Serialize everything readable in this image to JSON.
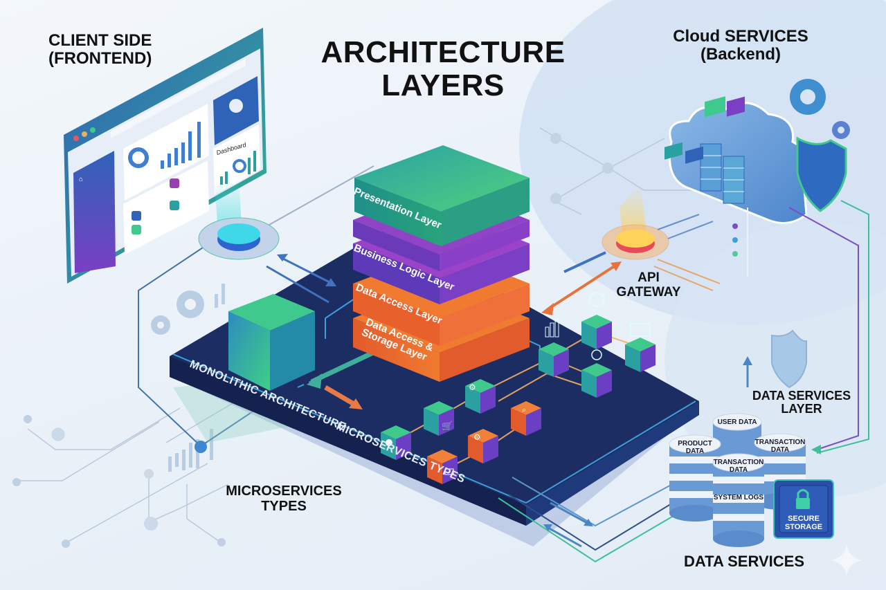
{
  "title": {
    "line1": "ARCHITECTURE",
    "line2": "LAYERS"
  },
  "client_side": {
    "line1": "CLIENT SIDE",
    "line2": "(FRONTEND)",
    "dashboard_label": "Dashboard"
  },
  "cloud_services": {
    "line1": "Cloud SERVICES",
    "line2": "(Backend)"
  },
  "api_gateway": {
    "line1": "API",
    "line2": "GATEWAY"
  },
  "layers": [
    {
      "label": "Presentation Layer",
      "color": "#2fb38a"
    },
    {
      "label": "Business Logic Layer",
      "color": "#7a3fc4"
    },
    {
      "label": "Data Access Layer",
      "color": "#e8602c"
    },
    {
      "label_line1": "Data Access &",
      "label_line2": "Storage Layer",
      "color": "#e05a2a"
    }
  ],
  "platform": {
    "monolithic_label": "MONOLITHIC ARCHITECTURE",
    "microservices_label": "MICROSERVICES TYPES",
    "color": "#1c2f66"
  },
  "microservices_types": {
    "line1": "MICROSERVICES",
    "line2": "TYPES"
  },
  "data_services_layer": {
    "line1": "DATA SERVICES",
    "line2": "LAYER"
  },
  "data_services": {
    "label": "DATA SERVICES",
    "databases": [
      {
        "line1": "USER DATA",
        "line2": ""
      },
      {
        "line1": "PRODUCT",
        "line2": "DATA"
      },
      {
        "line1": "TRANSACTION",
        "line2": "DATA"
      },
      {
        "line1": "TRANSACTION",
        "line2": "DATA"
      },
      {
        "line1": "SYSTEM LOGS",
        "line2": ""
      }
    ],
    "secure_storage": {
      "line1": "SECURE",
      "line2": "STORAGE"
    }
  },
  "icons": [
    "browser-window-icon",
    "user-avatar-icon",
    "home-icon",
    "gear-icon",
    "cloud-icon",
    "server-rack-icon",
    "shield-icon",
    "puzzle-icon",
    "database-icon",
    "lock-icon",
    "shopping-cart-icon",
    "credit-card-icon",
    "search-icon",
    "bar-chart-icon",
    "envelope-icon",
    "location-pin-icon",
    "sparkle-icon"
  ],
  "colors": {
    "accent_green": "#3cc98a",
    "accent_purple": "#7a3fc4",
    "accent_orange": "#e8602c",
    "navy": "#1c2f66",
    "blue": "#3d7bd0"
  }
}
